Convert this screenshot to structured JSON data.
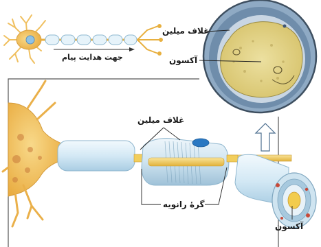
{
  "labels": {
    "myelin_sheath_cross_section": "غلاف میلین",
    "axon_cross_section": "آکسون",
    "message_direction": "جهت هدایت پیام",
    "myelin_sheath_main": "غلاف میلین",
    "node_of_ranvier": "گرهٔ رانویه",
    "axon_bottom": "آکسون"
  },
  "colors": {
    "cell_body": "#f3c35a",
    "nucleus": "#7fb7e0",
    "myelin": "#d8ecf6",
    "myelin_edge": "#9cc3da",
    "axon": "#f4d466",
    "cross_section_ring": "#6f8fae",
    "cross_section_core": "#e4d27e",
    "frame_line": "#555555"
  }
}
